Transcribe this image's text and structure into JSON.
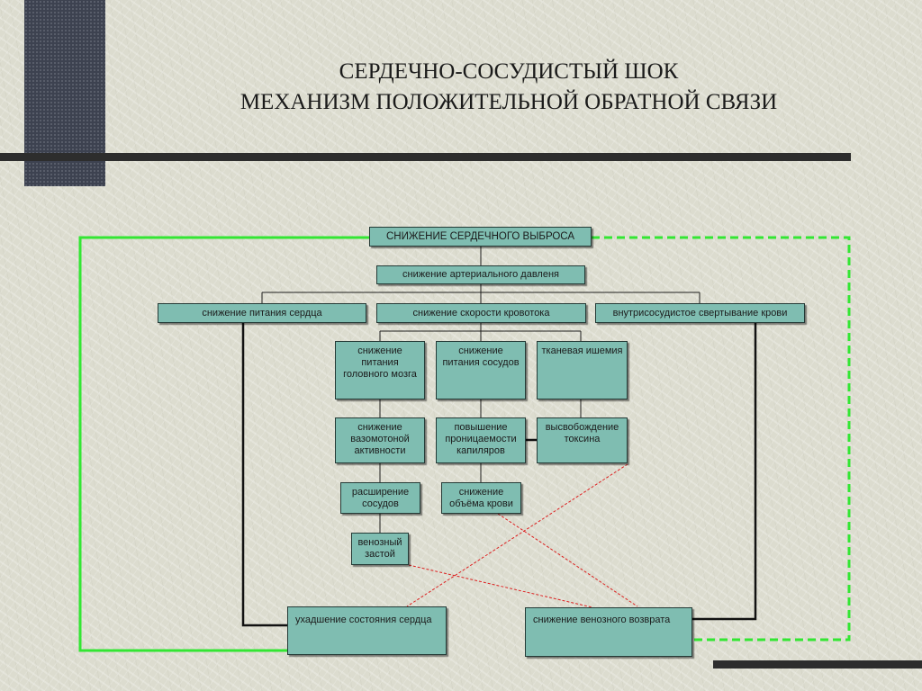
{
  "title": {
    "line1": "СЕРДЕЧНО-СОСУДИСТЫЙ ШОК",
    "line2": "МЕХАНИЗМ ПОЛОЖИТЕЛЬНОЙ ОБРАТНОЙ СВЯЗИ"
  },
  "nodes": {
    "cardiac_output": "СНИЖЕНИЕ СЕРДЕЧНОГО ВЫБРОСА",
    "arterial_pressure": "снижение артериального давленя",
    "heart_nutrition": "снижение питания сердца",
    "blood_flow_speed": "снижение скорости кровотока",
    "intravascular_coagulation": "внутрисосудистое свертывание крови",
    "brain_nutrition": "снижение питания головного мозга",
    "vessel_nutrition": "снижение питания сосудов",
    "tissue_ischemia": "тканевая ишемия",
    "vasomotor_activity": "снижение вазомотоной активности",
    "capillary_permeability": "повышение проницаемости капиляров",
    "toxin_release": "высвобождение токсина",
    "vasodilation": "расширение сосудов",
    "blood_volume": "снижение объёма крови",
    "venous_stasis": "венозный застой",
    "heart_condition": "ухадшение состояния сердца",
    "venous_return": "снижение венозного возврата"
  },
  "colors": {
    "box_fill": "#7fbdb1",
    "feedback_loop": "#33e633",
    "cross_links": "#dd2020"
  }
}
